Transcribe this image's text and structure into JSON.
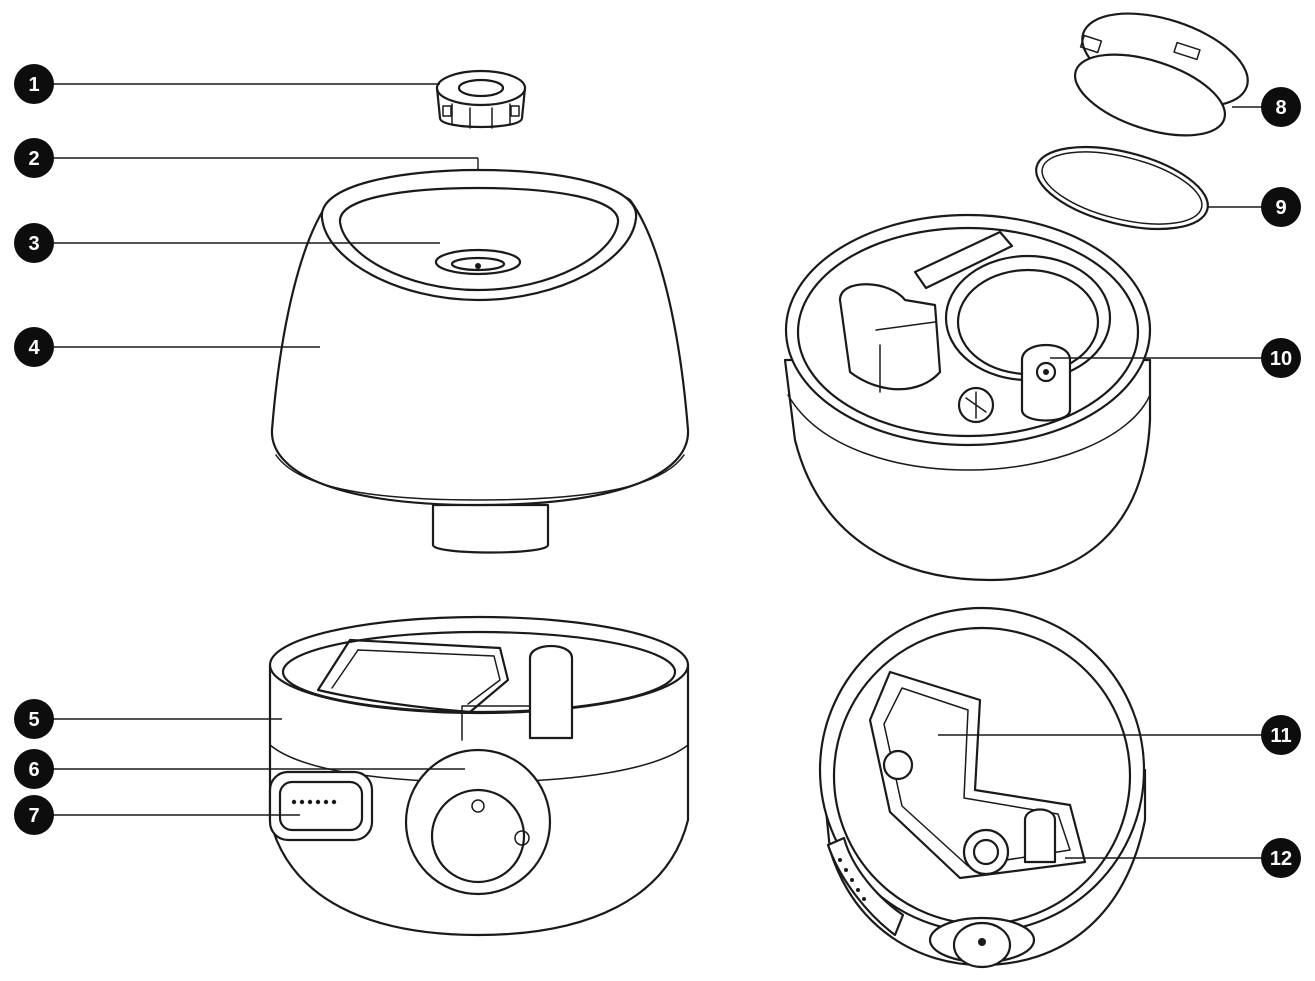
{
  "callouts": [
    {
      "label": "1"
    },
    {
      "label": "2"
    },
    {
      "label": "3"
    },
    {
      "label": "4"
    },
    {
      "label": "5"
    },
    {
      "label": "6"
    },
    {
      "label": "7"
    },
    {
      "label": "8"
    },
    {
      "label": "9"
    },
    {
      "label": "10"
    },
    {
      "label": "11"
    },
    {
      "label": "12"
    }
  ],
  "colors": {
    "ink": "#1a1a1a",
    "badge": "#0d0d0d",
    "background": "#ffffff"
  }
}
